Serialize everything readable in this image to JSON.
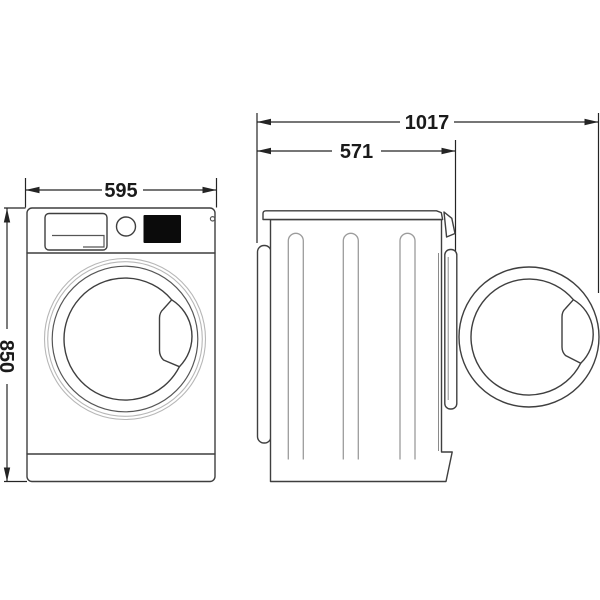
{
  "diagram": {
    "dimensions": {
      "front_width": "595",
      "front_height": "850",
      "side_depth": "571",
      "side_depth_door_open": "1017"
    },
    "colors": {
      "background": "#ffffff",
      "outline": "#3f3f3f",
      "light_outline": "#b7b7b7",
      "dimension_lines": "#242424",
      "dimension_text": "#1a1a1a",
      "display_fill": "#0b0b0b"
    }
  }
}
